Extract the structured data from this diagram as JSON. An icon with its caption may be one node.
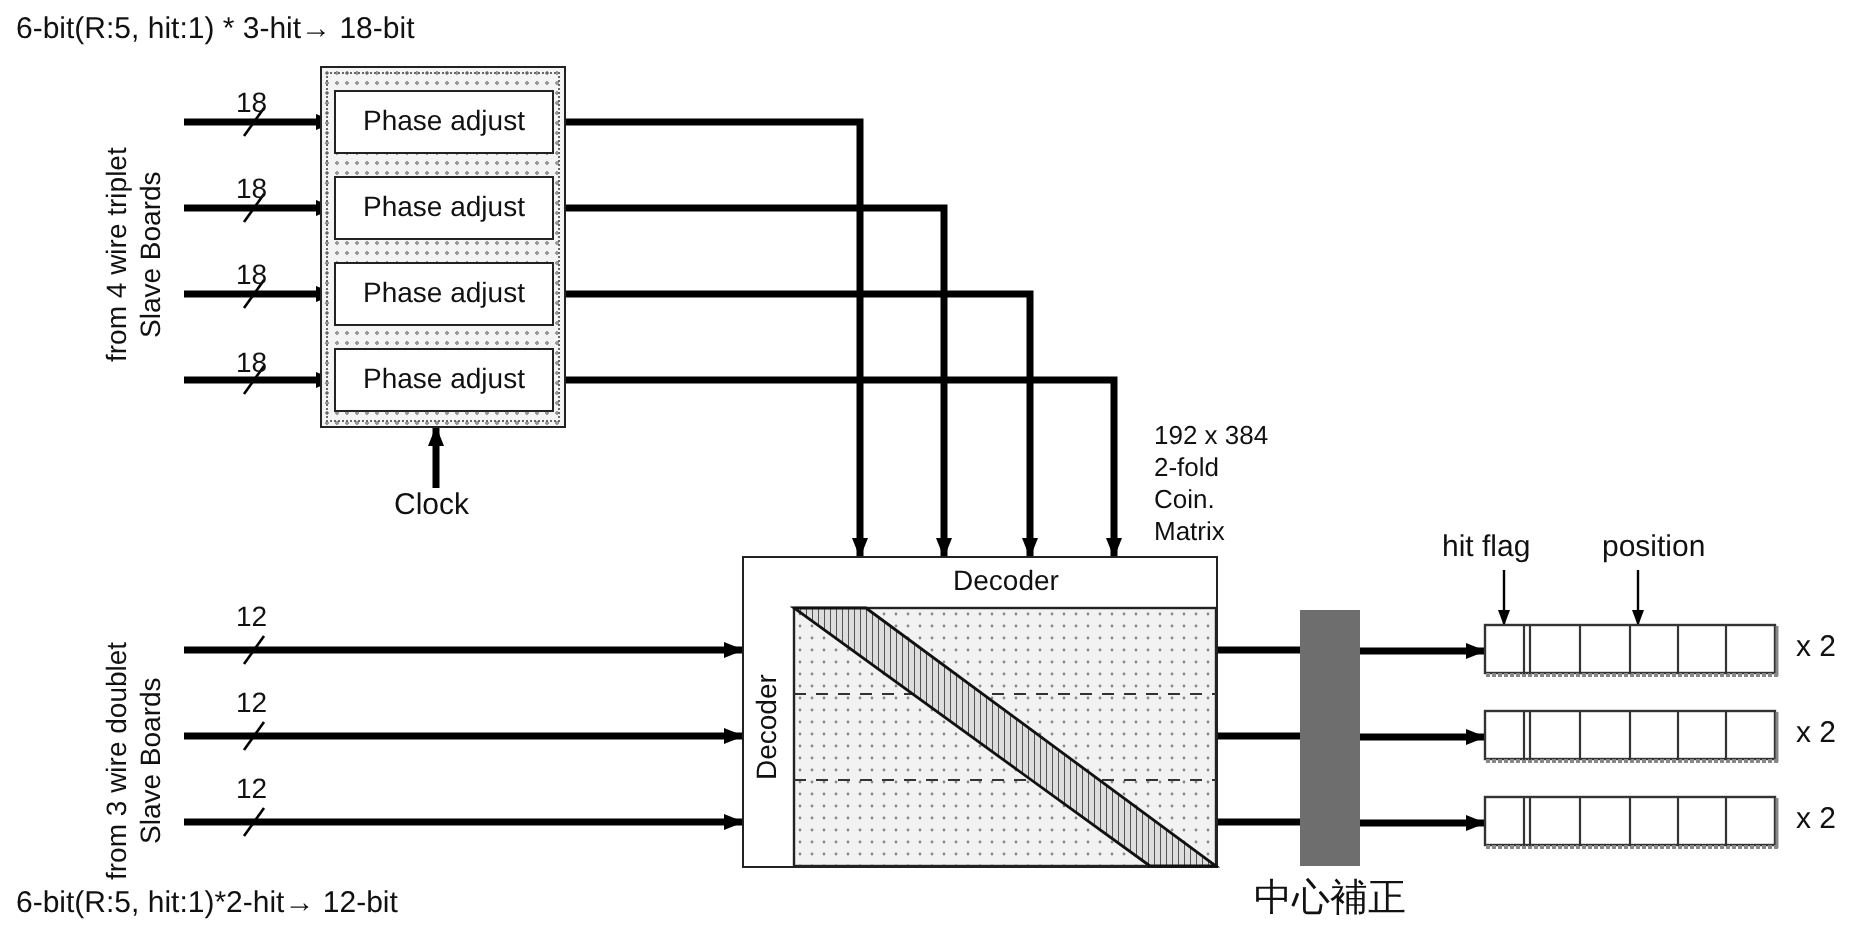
{
  "diagram": {
    "nodes": [
      {
        "text": [],
        "shape": "box"
      },
      {
        "text": [
          "Phase adjust"
        ],
        "in": 0
      },
      {
        "text": [
          "Phase adjust"
        ],
        "in": 0
      },
      {
        "text": [
          "Phase adjust"
        ],
        "in": 0
      },
      {
        "text": [
          "Phase adjust"
        ],
        "in": 0
      },
      {
        "text": [
          "Clock"
        ]
      },
      {
        "text": [
          "Decoder",
          "Decoder"
        ]
      },
      {
        "text": [
          "中心補正"
        ]
      },
      {
        "text": [],
        "shape": "box",
        "beside": [
          "x 2"
        ]
      },
      {
        "text": [],
        "shape": "box",
        "beside": [
          "x 2"
        ]
      },
      {
        "text": [],
        "shape": "box",
        "beside": [
          "x 2"
        ]
      },
      {
        "text": [
          "hit flag"
        ]
      },
      {
        "text": [
          "position"
        ]
      }
    ],
    "edges": [
      {
        "from": null,
        "to": 1,
        "arrow": "to",
        "label": "18"
      },
      {
        "from": null,
        "to": 2,
        "arrow": "to",
        "label": "18"
      },
      {
        "from": null,
        "to": 3,
        "arrow": "to",
        "label": "18"
      },
      {
        "from": null,
        "to": 4,
        "arrow": "to",
        "label": "18"
      },
      {
        "from": 1,
        "to": 6,
        "arrow": "to"
      },
      {
        "from": 2,
        "to": 6,
        "arrow": "to"
      },
      {
        "from": 3,
        "to": 6,
        "arrow": "to"
      },
      {
        "from": 4,
        "to": 6,
        "arrow": "to"
      },
      {
        "from": 5,
        "to": 0,
        "arrow": "to"
      },
      {
        "from": null,
        "to": 6,
        "arrow": "to",
        "label": "12"
      },
      {
        "from": null,
        "to": 6,
        "arrow": "to",
        "label": "12"
      },
      {
        "from": null,
        "to": 6,
        "arrow": "to",
        "label": "12"
      },
      {
        "from": 6,
        "to": 7,
        "arrow": "none"
      },
      {
        "from": 6,
        "to": 7,
        "arrow": "none"
      },
      {
        "from": 6,
        "to": 7,
        "arrow": "none"
      },
      {
        "from": 7,
        "to": 8,
        "arrow": "to"
      },
      {
        "from": 7,
        "to": 9,
        "arrow": "to"
      },
      {
        "from": 7,
        "to": 10,
        "arrow": "to"
      },
      {
        "from": 11,
        "to": 8,
        "arrow": "to"
      },
      {
        "from": 12,
        "to": 8,
        "arrow": "to"
      }
    ],
    "labels": [
      "6-bit(R:5, hit:1) * 3-hit→ 18-bit",
      "from 4 wire triplet Slave Boards",
      "192 x 384 2-fold Coin. Matrix",
      "from 3 wire doublet Slave Boards",
      "6-bit(R:5, hit:1)*2-hit→ 12-bit"
    ]
  }
}
